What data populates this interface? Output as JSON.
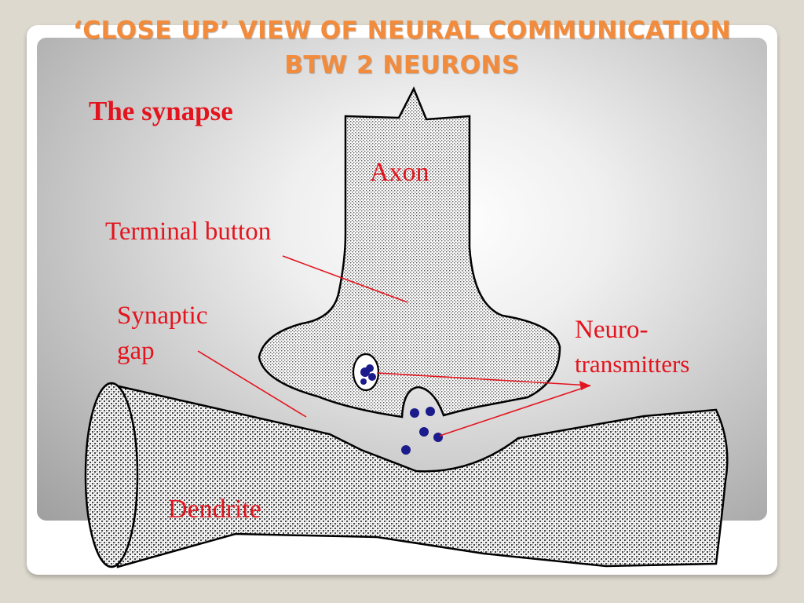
{
  "title": {
    "line1": "‘CLOSE UP’ VIEW OF NEURAL COMMUNICATION",
    "line2": "BTW 2 NEURONS"
  },
  "diagram": {
    "heading": "The synapse",
    "axon_label": "Axon",
    "terminal_label": "Terminal button",
    "gap_label_line1": "Synaptic",
    "gap_label_line2": "gap",
    "nt_label_line1": "Neuro-",
    "nt_label_line2": "transmitters",
    "dendrite_label": "Dendrite"
  },
  "colors": {
    "title": "#f28b3c",
    "labels": "#e3141d",
    "vesicles": "#1b1b8c"
  }
}
